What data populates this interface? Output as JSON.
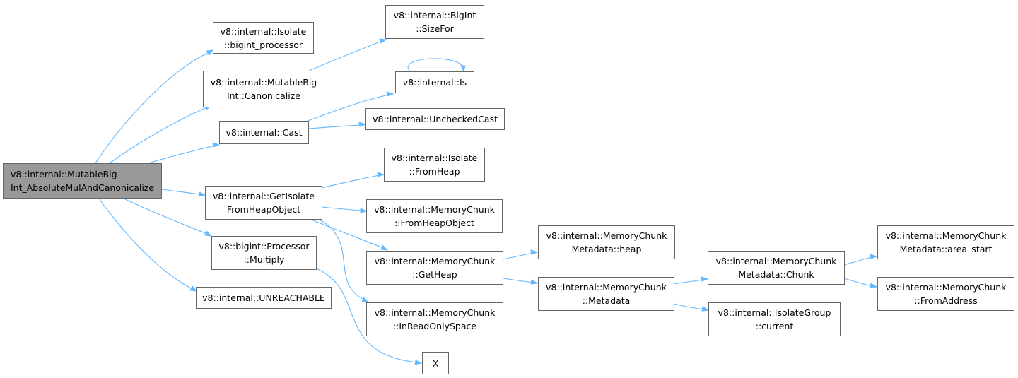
{
  "graph": {
    "root": {
      "line1": "v8::internal::MutableBig",
      "line2": "Int_AbsoluteMulAndCanonicalize"
    },
    "nodes": {
      "isolate_bigint_processor": {
        "line1": "v8::internal::Isolate",
        "line2": "::bigint_processor"
      },
      "mutablebigint_canonicalize": {
        "line1": "v8::internal::MutableBig",
        "line2": "Int::Canonicalize"
      },
      "cast": {
        "line1": "v8::internal::Cast",
        "line2": ""
      },
      "getisolate_fromheapobject": {
        "line1": "v8::internal::GetIsolate",
        "line2": "FromHeapObject"
      },
      "processor_multiply": {
        "line1": "v8::bigint::Processor",
        "line2": "::Multiply"
      },
      "unreachable": {
        "line1": "v8::internal::UNREACHABLE",
        "line2": ""
      },
      "bigint_sizefor": {
        "line1": "v8::internal::BigInt",
        "line2": "::SizeFor"
      },
      "is": {
        "line1": "v8::internal::Is",
        "line2": ""
      },
      "uncheckedcast": {
        "line1": "v8::internal::UncheckedCast",
        "line2": ""
      },
      "isolate_fromheap": {
        "line1": "v8::internal::Isolate",
        "line2": "::FromHeap"
      },
      "memorychunk_fromheapobject": {
        "line1": "v8::internal::MemoryChunk",
        "line2": "::FromHeapObject"
      },
      "memorychunk_getheap": {
        "line1": "v8::internal::MemoryChunk",
        "line2": "::GetHeap"
      },
      "memorychunk_inreadonlyspace": {
        "line1": "v8::internal::MemoryChunk",
        "line2": "::InReadOnlySpace"
      },
      "x": {
        "line1": "X",
        "line2": ""
      },
      "memorychunkmetadata_heap": {
        "line1": "v8::internal::MemoryChunk",
        "line2": "Metadata::heap"
      },
      "memorychunk_metadata": {
        "line1": "v8::internal::MemoryChunk",
        "line2": "::Metadata"
      },
      "memorychunkmetadata_chunk": {
        "line1": "v8::internal::MemoryChunk",
        "line2": "Metadata::Chunk"
      },
      "isolategroup_current": {
        "line1": "v8::internal::IsolateGroup",
        "line2": "::current"
      },
      "memorychunkmetadata_area_start": {
        "line1": "v8::internal::MemoryChunk",
        "line2": "Metadata::area_start"
      },
      "memorychunk_fromaddress": {
        "line1": "v8::internal::MemoryChunk",
        "line2": "::FromAddress"
      }
    },
    "colors": {
      "edge": "#63b8ff",
      "node_border": "#666666",
      "root_fill": "#999999"
    }
  }
}
